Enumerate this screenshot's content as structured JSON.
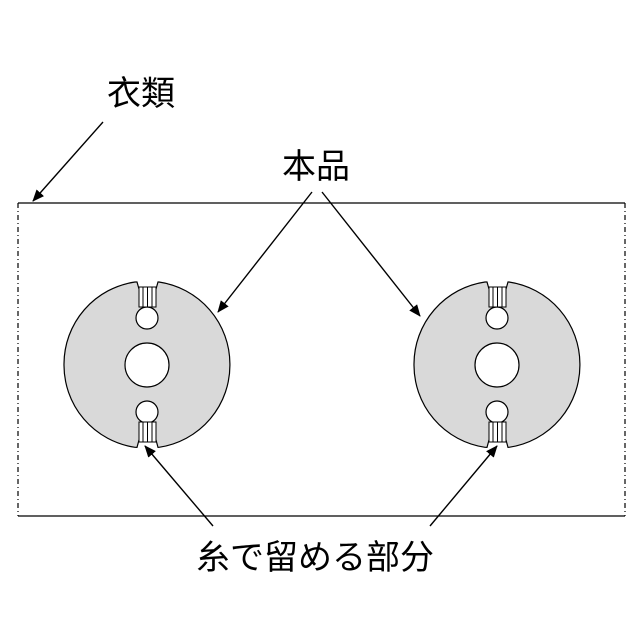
{
  "labels": {
    "clothing": "衣類",
    "product": "本品",
    "sew_with_thread": "糸で留める部分"
  },
  "colors": {
    "disc_fill": "#d9d9d9",
    "line": "#000000",
    "background": "#ffffff"
  }
}
